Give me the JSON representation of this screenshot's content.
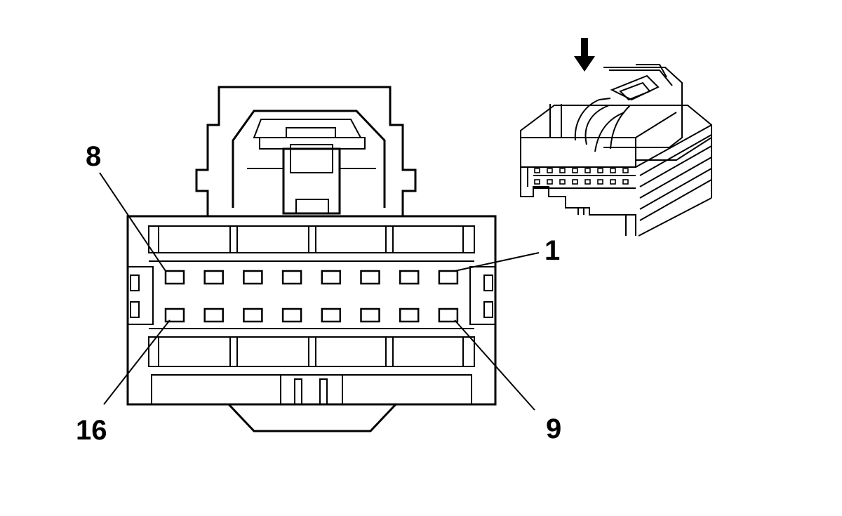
{
  "pin_labels": {
    "top_left": "8",
    "top_right": "1",
    "bottom_left": "16",
    "bottom_right": "9"
  },
  "connector": {
    "pin_rows": 2,
    "pins_per_row": 8,
    "pin_count": 16
  },
  "icons": {
    "insertion_arrow": "arrow-down-icon"
  }
}
